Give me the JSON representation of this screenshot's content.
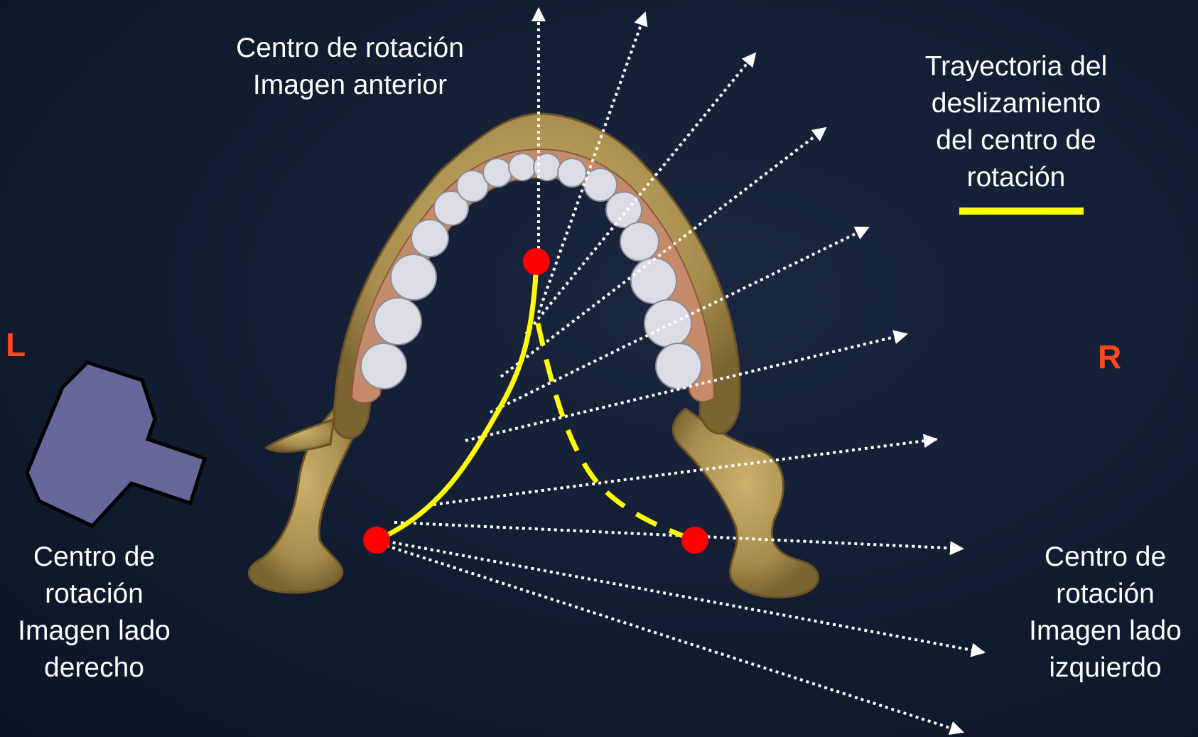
{
  "labels": {
    "anterior": [
      "Centro de rotación",
      "Imagen anterior"
    ],
    "trajectory": [
      "Trayectoria del",
      "deslizamiento",
      "del centro de",
      "rotación"
    ],
    "right_side_image": [
      "Centro de",
      "rotación",
      "Imagen lado",
      "derecho"
    ],
    "left_side_image": [
      "Centro de",
      "rotación",
      "Imagen lado",
      "izquierdo"
    ],
    "left_marker": "L",
    "right_marker": "R"
  },
  "colors": {
    "trajectory_line": "#ffff00",
    "rotation_center": "#ff0000",
    "side_marker": "#ff4a1c",
    "xray_source": "#68679a",
    "beam": "#ffffff",
    "bone": "#b59a56",
    "gingiva": "#c48a6a",
    "teeth": "#dcdce4"
  },
  "icons": {
    "xray_source": "xray-tube-icon",
    "legend_line": "yellow-line-swatch"
  }
}
